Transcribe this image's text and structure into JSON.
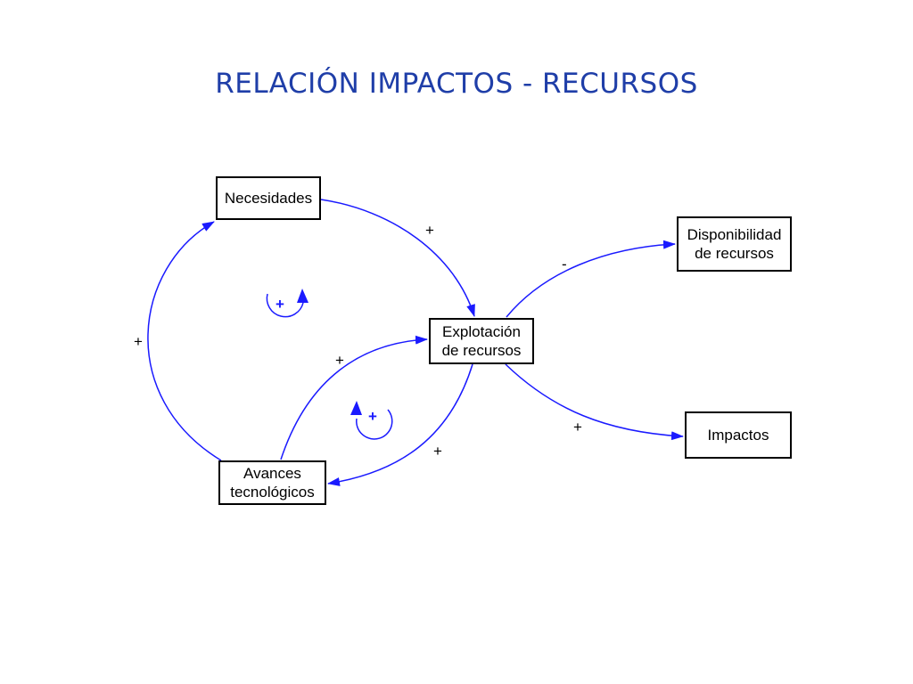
{
  "title": "RELACIÓN IMPACTOS - RECURSOS",
  "nodes": {
    "necesidades": "Necesidades",
    "explotacion": "Explotación\nde recursos",
    "disponibilidad": "Disponibilidad\nde recursos",
    "impactos": "Impactos",
    "avances": "Avances\ntecnológicos"
  },
  "links": [
    {
      "from": "Necesidades",
      "to": "Explotación de recursos",
      "polarity": "+"
    },
    {
      "from": "Explotación de recursos",
      "to": "Disponibilidad de recursos",
      "polarity": "-"
    },
    {
      "from": "Explotación de recursos",
      "to": "Impactos",
      "polarity": "+"
    },
    {
      "from": "Explotación de recursos",
      "to": "Avances tecnológicos",
      "polarity": "+"
    },
    {
      "from": "Avances tecnológicos",
      "to": "Explotación de recursos",
      "polarity": "+"
    },
    {
      "from": "Avances tecnológicos",
      "to": "Necesidades",
      "polarity": "+"
    }
  ],
  "loops": [
    {
      "polarity": "+"
    },
    {
      "polarity": "+"
    }
  ],
  "colors": {
    "title": "#1f3ea8",
    "arrows": "#1a1aff",
    "boxes": "#000000"
  }
}
